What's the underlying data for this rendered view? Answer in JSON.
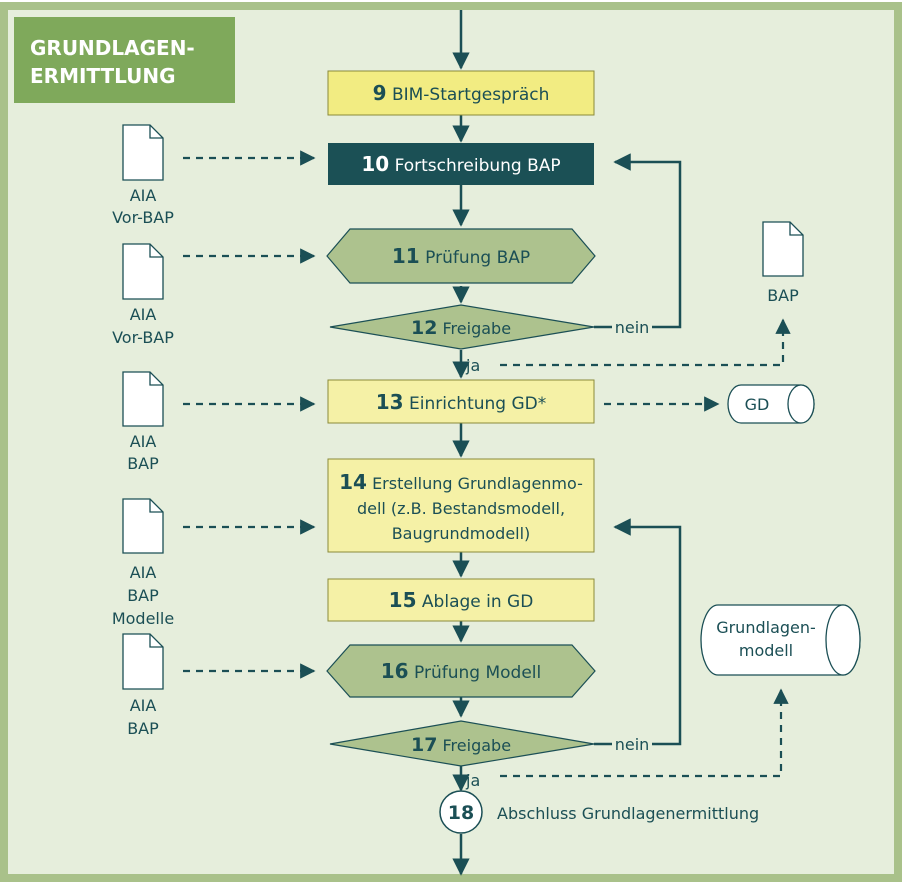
{
  "header": {
    "line1": "GRUNDLAGEN-",
    "line2": "ERMITTLUNG"
  },
  "colors": {
    "frame": "#a9c18a",
    "background": "#e6eedc",
    "header": "#7fa95b",
    "box_yellow": "#f2ec82",
    "box_lightyellow": "#f5f1a6",
    "box_dark": "#1b5055",
    "hexagon": "#adc28e",
    "text_dark": "#1b4f55",
    "line": "#1b4f55"
  },
  "steps": {
    "s9": {
      "num": "9",
      "label": "BIM-Startgespräch"
    },
    "s10": {
      "num": "10",
      "label": "Fortschreibung BAP"
    },
    "s11": {
      "num": "11",
      "label": "Prüfung BAP"
    },
    "s12": {
      "num": "12",
      "label": "Freigabe"
    },
    "s13": {
      "num": "13",
      "label": "Einrichtung GD*"
    },
    "s14": {
      "num": "14",
      "line1": "Erstellung Grundlagenmo-",
      "line2": "dell (z.B. Bestandsmodell,",
      "line3": "Baugrundmodell)"
    },
    "s15": {
      "num": "15",
      "label": "Ablage in GD"
    },
    "s16": {
      "num": "16",
      "label": "Prüfung Modell"
    },
    "s17": {
      "num": "17",
      "label": "Freigabe"
    },
    "s18": {
      "num": "18",
      "label": "Abschluss Grundlagenermittlung"
    }
  },
  "decisions": {
    "no": "nein",
    "yes": "ja"
  },
  "inputs": [
    {
      "lines": [
        "AIA",
        "Vor-BAP"
      ]
    },
    {
      "lines": [
        "AIA",
        "Vor-BAP"
      ]
    },
    {
      "lines": [
        "AIA",
        "BAP"
      ]
    },
    {
      "lines": [
        "AIA",
        "BAP",
        "Modelle"
      ]
    },
    {
      "lines": [
        "AIA",
        "BAP"
      ]
    }
  ],
  "outputs": {
    "bap_doc": "BAP",
    "gd_db": "GD",
    "model_db_line1": "Grundlagen-",
    "model_db_line2": "modell"
  }
}
